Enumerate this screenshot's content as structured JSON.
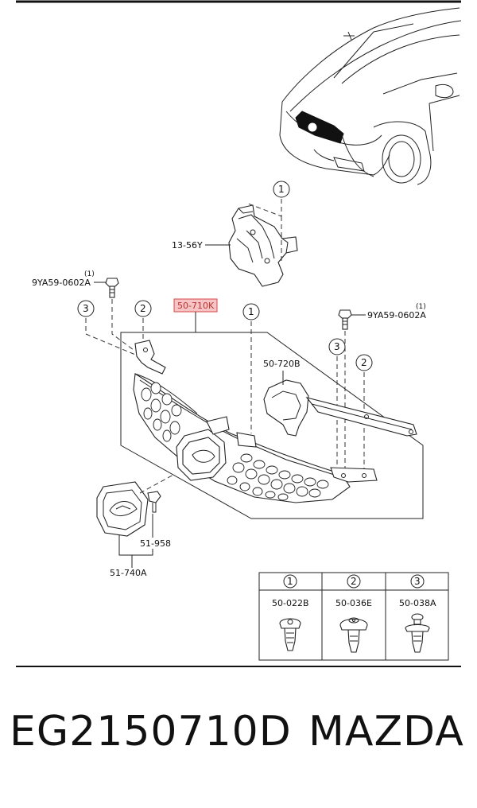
{
  "diagram": {
    "part_labels": {
      "clip_bracket": "13-56Y",
      "bolt_left": "9YA59-0602A",
      "bolt_left_qty": "(1)",
      "bolt_right": "9YA59-0602A",
      "bolt_right_qty": "(1)",
      "grille": "50-710K",
      "side_bracket": "50-720B",
      "emblem_clip": "51-958",
      "emblem": "51-740A"
    },
    "callouts": {
      "c1": "1",
      "c2": "2",
      "c3": "3"
    },
    "fastener_table": {
      "columns": [
        {
          "callout": "1",
          "code": "50-022B"
        },
        {
          "callout": "2",
          "code": "50-036E"
        },
        {
          "callout": "3",
          "code": "50-038A"
        }
      ]
    }
  },
  "footer": {
    "part_number": "EG2150710D",
    "brand": "MAZDA"
  },
  "colors": {
    "highlight_fill": "#f6c4c4",
    "highlight_border": "#d64a4a",
    "ink": "#222222"
  }
}
